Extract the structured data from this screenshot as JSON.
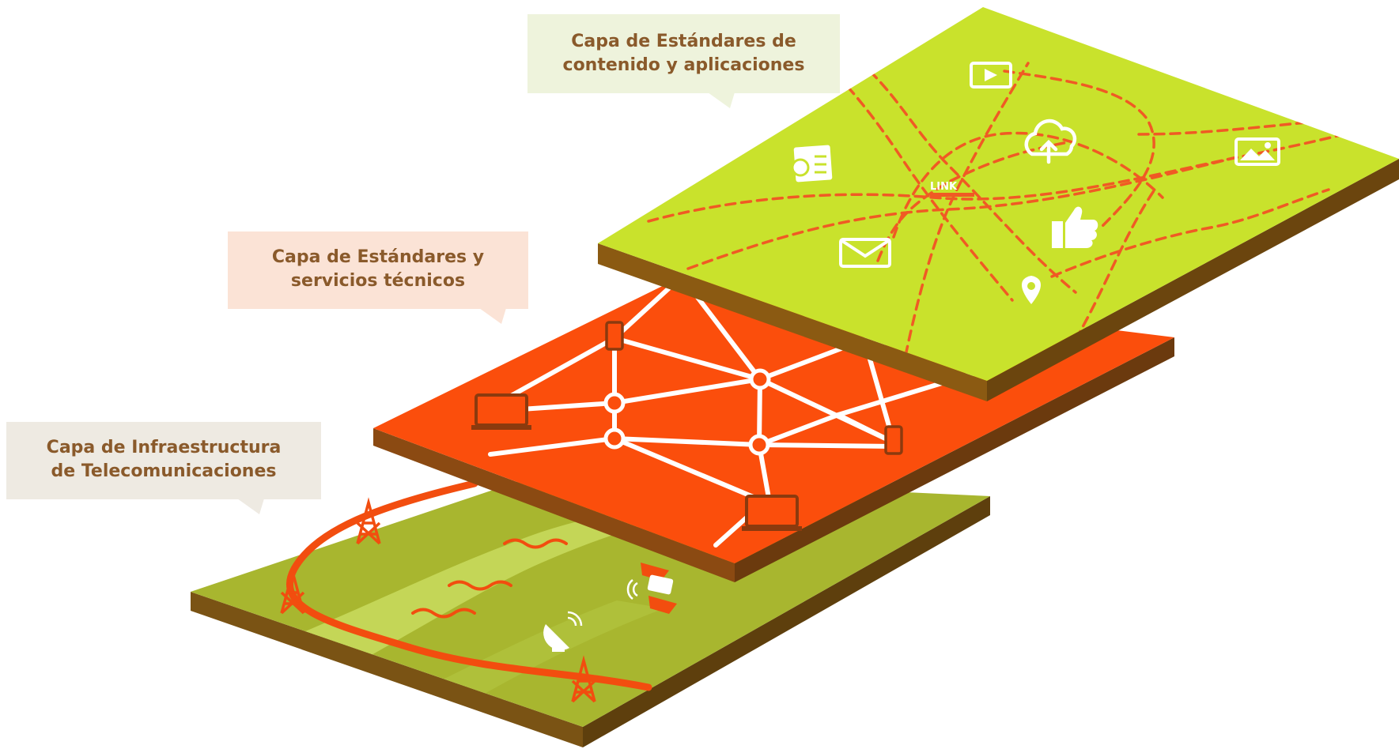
{
  "layers": {
    "content": {
      "label_line1": "Capa de Estándares de",
      "label_line2": "contenido y aplicaciones",
      "color": "#c9e22c",
      "side_color": "#8b5a12",
      "icons": [
        "video-play-icon",
        "cloud-upload-icon",
        "document-question-icon",
        "link-icon",
        "image-icon",
        "email-icon",
        "thumbs-up-icon",
        "map-pin-icon"
      ],
      "link_text": "LINK"
    },
    "technical": {
      "label_line1": "Capa de Estándares y",
      "label_line2": "servicios técnicos",
      "color": "#fb4e0c",
      "side_color": "#8b4a12",
      "icons": [
        "laptop-icon",
        "smartphone-icon",
        "network-node-icon"
      ]
    },
    "infrastructure": {
      "label_line1": "Capa de Infraestructura",
      "label_line2": "de Telecomunicaciones",
      "color": "#a8b62f",
      "side_color": "#7a5314",
      "icons": [
        "transmission-tower-icon",
        "satellite-dish-icon",
        "satellite-icon"
      ]
    }
  },
  "colors": {
    "dashed_route": "#f05a24",
    "network_lines": "#ffffff",
    "power_line": "#f24d0f",
    "river": "#c4d657"
  }
}
